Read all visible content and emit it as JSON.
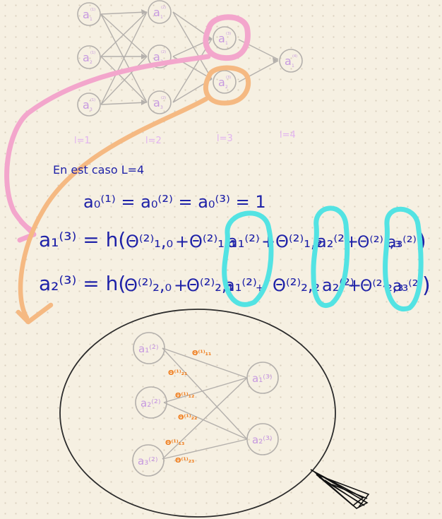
{
  "colors": {
    "background": "#f6f0e2",
    "grid_dot": "#d9cfbd",
    "sketch_gray": "#b4b0ac",
    "node_label": "#c79ae0",
    "layer_label": "#e2b3f0",
    "ink_blue": "#1f22a8",
    "highlight_pink": "#f3a6cc",
    "highlight_orange": "#f5b982",
    "highlight_cyan": "#53e3e3",
    "theta_orange": "#f07d1d",
    "ellipse_ink": "#2b2b2b"
  },
  "top_network": {
    "layer1": [
      "a",
      "a",
      "a"
    ],
    "layer2": [
      "a",
      "a",
      "a"
    ],
    "layer3": [
      "a",
      "a"
    ],
    "layer4": [
      "a"
    ],
    "layer1_indices": [
      "(1)",
      "(1)",
      "(1)"
    ],
    "layer1_subs": [
      "1",
      "2",
      "3"
    ],
    "layer2_indices": [
      "(2)",
      "(2)",
      "(2)"
    ],
    "layer2_subs": [
      "1",
      "2",
      "3"
    ],
    "layer3_indices": [
      "(3)",
      "(3)"
    ],
    "layer3_subs": [
      "1",
      "2"
    ],
    "layer4_indices": [
      "(4)"
    ],
    "layer4_subs": [
      "1"
    ],
    "layer_labels": [
      "l=1",
      "l=2",
      "l=3",
      "l=4"
    ]
  },
  "text": {
    "case_line": "En est caso L=4",
    "bias_line": "a₀⁽¹⁾ = a₀⁽²⁾ = a₀⁽³⁾ = 1",
    "eq1_lhs": "a₁⁽³⁾ = h(",
    "eq1_t10": "Θ⁽²⁾₁,₀",
    "eq1_plus1": "+",
    "eq1_t11": "Θ⁽²⁾₁,₁",
    "eq1_a1": "a₁⁽²⁾",
    "eq1_plus2": "+",
    "eq1_t12": "Θ⁽²⁾₁,₂",
    "eq1_a2": "a₂⁽²⁾",
    "eq1_plus3": "+",
    "eq1_t13": "Θ⁽²⁾₁,₃",
    "eq1_a3": "a₃⁽²⁾",
    "eq1_close": ")",
    "eq2_lhs": "a₂⁽³⁾ = h(",
    "eq2_t20": "Θ⁽²⁾₂,₀",
    "eq2_plus1": "+",
    "eq2_t21": "Θ⁽²⁾₂,₁",
    "eq2_a1": "a₁⁽²⁾",
    "eq2_plus2": "+",
    "eq2_t22": "Θ⁽²⁾₂,₂",
    "eq2_a2": "a₂⁽²⁾",
    "eq2_plus3": "+",
    "eq2_t23": "Θ⁽²⁾₂,₃",
    "eq2_a3": "a₃⁽²⁾",
    "eq2_close": ")"
  },
  "bottom_network": {
    "left_nodes": [
      "a₁⁽²⁾",
      "a₂⁽²⁾",
      "a₃⁽²⁾"
    ],
    "right_nodes": [
      "a₁⁽³⁾",
      "a₂⁽³⁾"
    ],
    "thetas": [
      "Θ⁽¹⁾₁₁",
      "Θ⁽¹⁾₂₁",
      "Θ⁽¹⁾₁₂",
      "Θ⁽¹⁾₂₂",
      "Θ⁽¹⁾₁₃",
      "Θ⁽¹⁾₂₃"
    ]
  }
}
